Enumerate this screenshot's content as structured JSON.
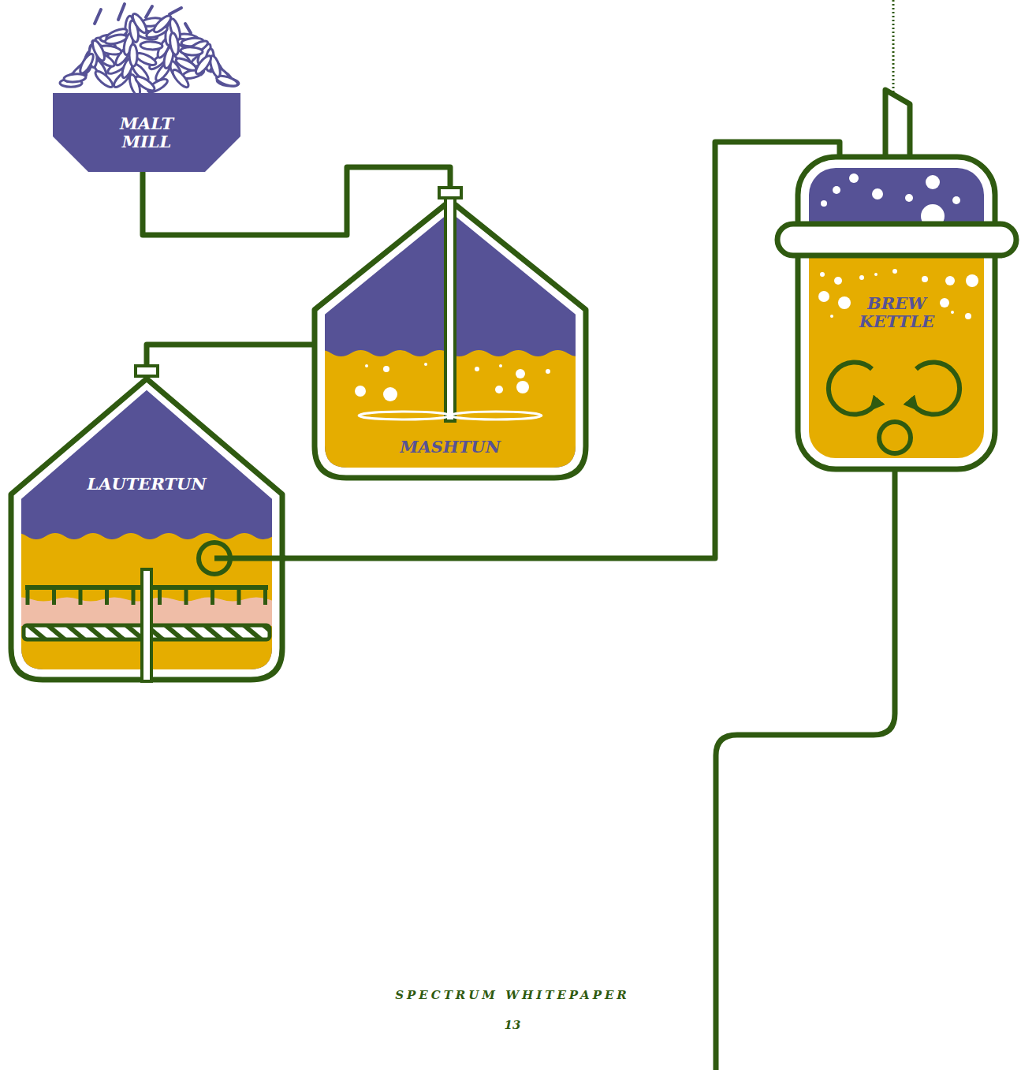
{
  "diagram": {
    "nodes": [
      {
        "text": [
          "MALT MILL"
        ]
      },
      {
        "text": [
          "MASHTUN"
        ]
      },
      {
        "text": [
          "LAUTERTUN"
        ]
      },
      {
        "text": [
          "BREW KETTLE"
        ]
      }
    ],
    "edges": [
      {
        "from": 0,
        "to": 1,
        "arrow": "none"
      },
      {
        "from": 1,
        "to": 2,
        "arrow": "none"
      },
      {
        "from": 2,
        "to": 3,
        "arrow": "none"
      }
    ],
    "labels": [
      "SPECTRUM WHITEPAPER",
      "13"
    ]
  }
}
